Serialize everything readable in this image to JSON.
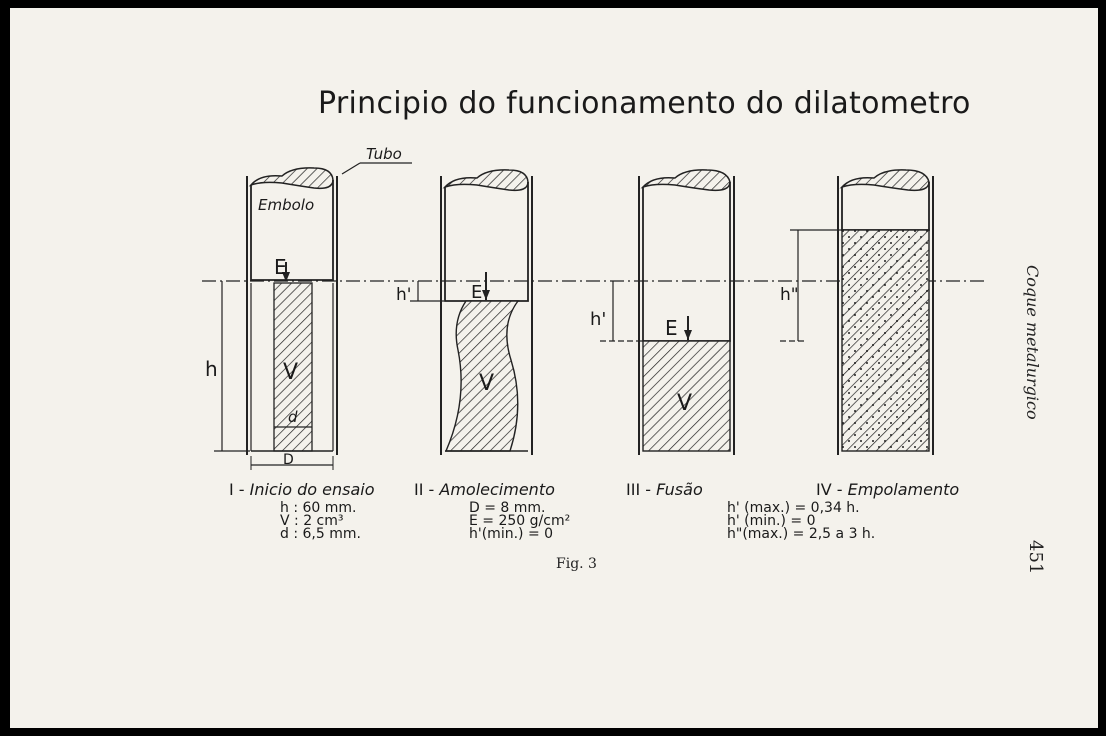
{
  "title": "Principio do funcionamento do dilatometro",
  "labels": {
    "tubo": "Tubo",
    "embolo": "Embolo",
    "e": "E",
    "v": "V",
    "h": "h",
    "h1": "h'",
    "h2": "h\"",
    "d_small": "d",
    "d_big": "D"
  },
  "stages": [
    {
      "numeral": "I",
      "name": "Inicio do ensaio",
      "specs": [
        "h : 60 mm.",
        "V : 2 cm³",
        "d : 6,5 mm."
      ]
    },
    {
      "numeral": "II",
      "name": "Amolecimento",
      "specs": [
        "D = 8 mm.",
        "E = 250 g/cm²",
        "h'(min.) = 0"
      ]
    },
    {
      "numeral": "III",
      "name": "Fusão",
      "specs": []
    },
    {
      "numeral": "IV",
      "name": "Empolamento",
      "specs": [
        "h' (max.) = 0,34 h.",
        "h' (min.) = 0",
        "h\"(max.) = 2,5 a 3 h."
      ]
    }
  ],
  "figure_label": "Fig. 3",
  "side_text": "Coque metalurgico",
  "page_number": "451"
}
